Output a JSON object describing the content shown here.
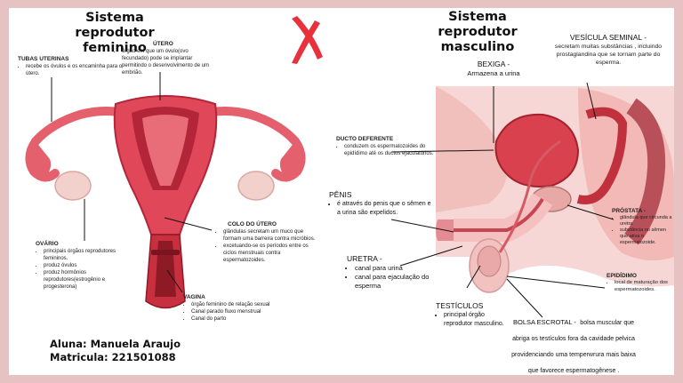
{
  "female": {
    "title_line1": "Sistema reprodutor",
    "title_line2": "feminino",
    "tubas": {
      "label": "TUBAS UTERINAS",
      "text": "recebe os óvulos e os encaminha para o útero."
    },
    "utero": {
      "label": "ÚTERO",
      "text": "órgão em que um óvulo(ovo fecundado) pode se implantar permitindo o desenvolvimento de um embrião."
    },
    "ovario": {
      "label": "OVÁRIO",
      "items": [
        "principais órgãos reprodutores femininos.",
        "produz óvulos",
        "produz hormônios reprodutores(estrogênio e progesterona)"
      ]
    },
    "colo": {
      "label": "COLO DO ÚTERO",
      "items": [
        "glândulas secretam um muco que formam uma barreira contra micróbios.",
        "excetuando-se os períodos entre os ciclos menstruais contra espermatozoides."
      ]
    },
    "vagina": {
      "label": "VAGINA",
      "items": [
        "órgão feminino de relação sexual",
        "Canal parado fluxo menstrual",
        "Canal do parto"
      ]
    }
  },
  "author": {
    "name": "Aluna: Manuela Araujo",
    "id": "Matricula: 221501088"
  },
  "male": {
    "title_line1": "Sistema reprodutor",
    "title_line2": "masculino",
    "bexiga": {
      "label": "BEXIGA -",
      "text": "Armazena a urina"
    },
    "vesicula": {
      "label": "VESÍCULA SEMINAL -",
      "text": "secretam muitas substâncias , incluindo prostaglandina que se tornam parte do esperma."
    },
    "ducto": {
      "label": "DUCTO DEFERENTE",
      "text": "conduzem os espermatozoides do epidídimo até os ductos ejaculatórios."
    },
    "penis": {
      "label": "PÊNIS",
      "text": "é através do penis que o sêmen e a urina são expelidos."
    },
    "prostata": {
      "label": "PRÓSTATA -",
      "items": [
        "glândula que circunda a uretra",
        "substância no sêmen que ativa o espermatozoide."
      ]
    },
    "uretra": {
      "label": "URETRA -",
      "items": [
        "canal para urina",
        "canal para ejaculação do esperma"
      ]
    },
    "epididimo": {
      "label": "EPIDÍDIMO",
      "text": "local de maturação dos espermatozoides."
    },
    "testiculos": {
      "label": "TESTÍCULOS",
      "text": "principal órgão reprodutor masculino."
    },
    "bolsa": {
      "label": "BOLSA ESCROTAL -",
      "text": "bolsa muscular que abriga os testículos fora da cavidade pelvica providenciando uma temperwrura mais baixa que favorece espermatogênese ."
    }
  },
  "colors": {
    "border": "#e7c2c2",
    "tissue": "#e0485a",
    "dark_tissue": "#a81e2c",
    "x_mark": "#e8313d"
  },
  "icons": [
    "x-mark-icon"
  ]
}
